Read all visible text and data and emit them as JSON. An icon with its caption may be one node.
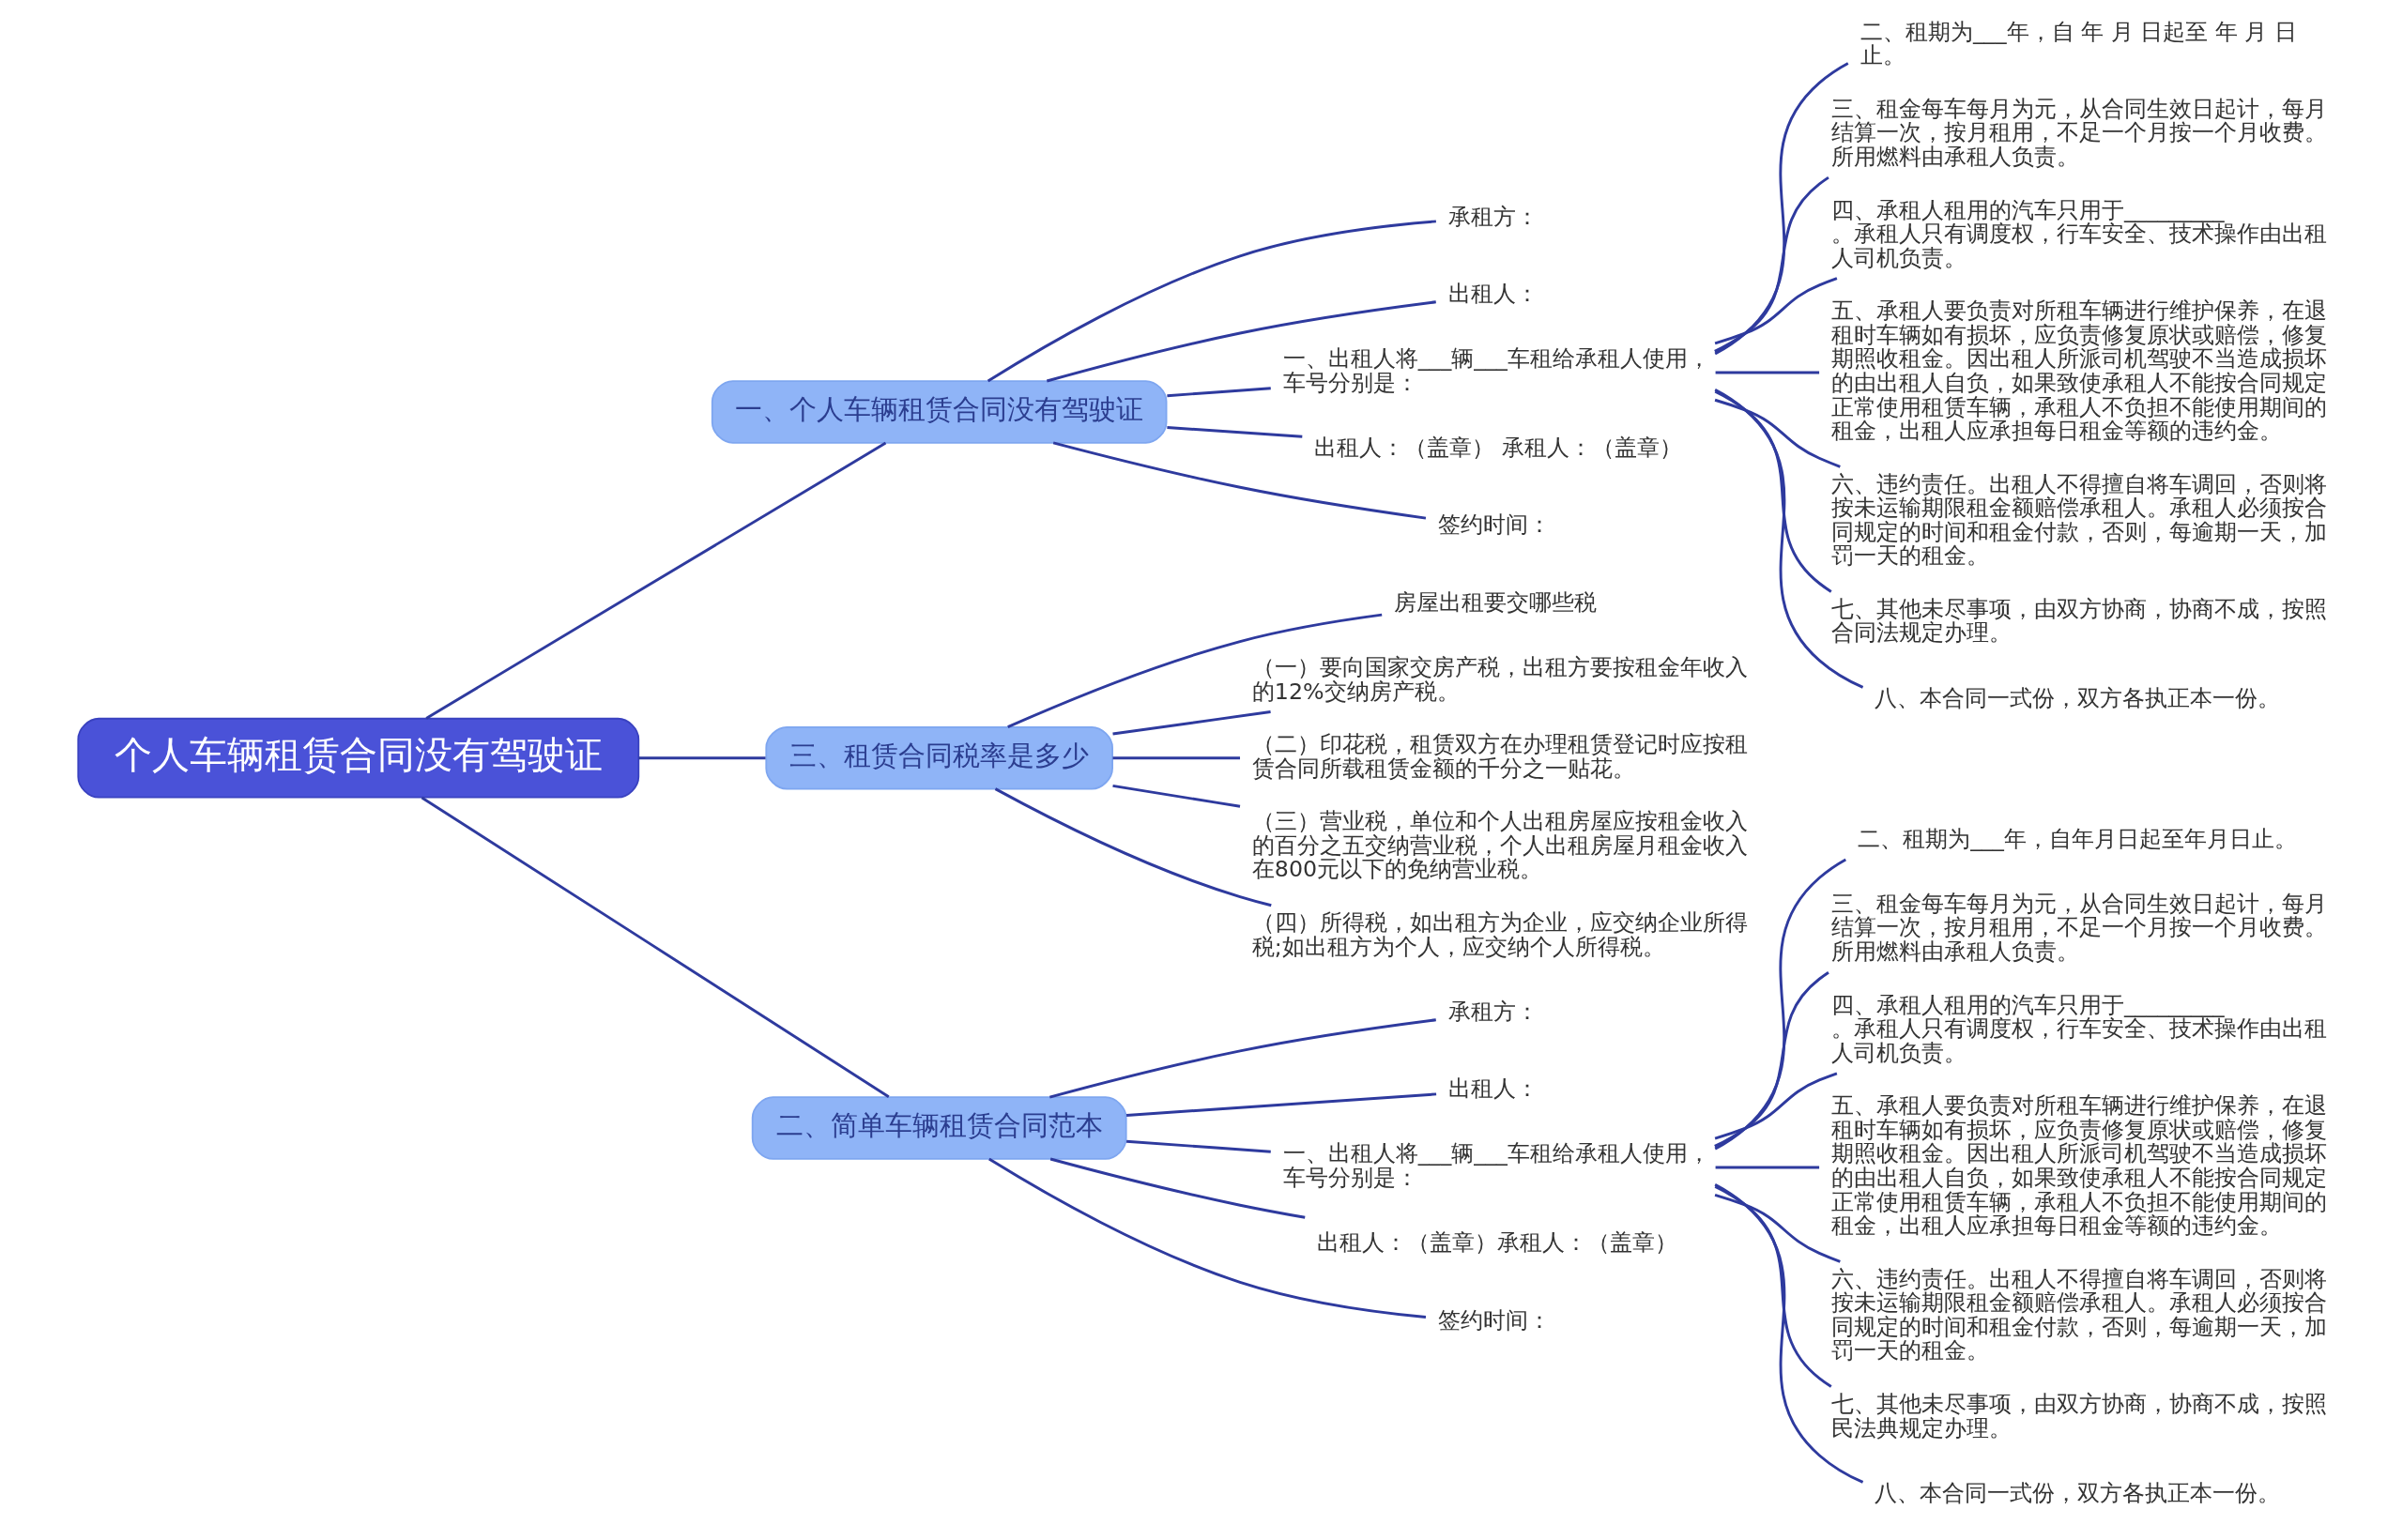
{
  "diagram": {
    "nodes": [
      {
        "text": [
          "个人车辆租赁合同没有驾驶证"
        ]
      },
      {
        "text": [
          "一、个人车辆租赁合同没有驾驶证"
        ]
      },
      {
        "text": [
          "承租方："
        ]
      },
      {
        "text": [
          "出租人："
        ]
      },
      {
        "text": [
          "一、出租人将___辆___车租给承租人使用，车号分别是："
        ]
      },
      {
        "text": [
          "二、租期为___年，自 年 月 日起至 年 月 日止。"
        ]
      },
      {
        "text": [
          "三、租金每车每月为元，从合同生效日起计，每月结算一次，按月租用，不足一个月按一个月收费。所用燃料由承租人负责。"
        ]
      },
      {
        "text": [
          "四、承租人租用的汽车只用于_________。承租人只有调度权，行车安全、技术操作由出租人司机负责。"
        ]
      },
      {
        "text": [
          "五、承租人要负责对所租车辆进行维护保养，在退租时车辆如有损坏，应负责修复原状或赔偿，修复期照收租金。因出租人所派司机驾驶不当造成损坏的由出租人自负，如果致使承租人不能按合同规定正常使用租赁车辆，承租人不负担不能使用期间的租金，出租人应承担每日租金等额的违约金。"
        ]
      },
      {
        "text": [
          "六、违约责任。出租人不得擅自将车调回，否则将按未运输期限租金额赔偿承租人。承租人必须按合同规定的时间和租金付款，否则，每逾期一天，加罚一天的租金。"
        ]
      },
      {
        "text": [
          "七、其他未尽事项，由双方协商，协商不成，按照合同法规定办理。"
        ]
      },
      {
        "text": [
          "八、本合同一式份，双方各执正本一份。"
        ]
      },
      {
        "text": [
          "出租人：（盖章） 承租人：（盖章）"
        ]
      },
      {
        "text": [
          "签约时间："
        ]
      },
      {
        "text": [
          "三、租赁合同税率是多少"
        ]
      },
      {
        "text": [
          "房屋出租要交哪些税"
        ]
      },
      {
        "text": [
          "（一）要向国家交房产税，出租方要按租金年收入的12%交纳房产税。"
        ]
      },
      {
        "text": [
          "（二）印花税，租赁双方在办理租赁登记时应按租赁合同所载租赁金额的千分之一贴花。"
        ]
      },
      {
        "text": [
          "（三）营业税，单位和个人出租房屋应按租金收入的百分之五交纳营业税，个人出租房屋月租金收入在800元以下的免纳营业税。"
        ]
      },
      {
        "text": [
          "（四）所得税，如出租方为企业，应交纳企业所得税;如出租方为个人，应交纳个人所得税。"
        ]
      },
      {
        "text": [
          "二、简单车辆租赁合同范本"
        ]
      },
      {
        "text": [
          "承租方："
        ]
      },
      {
        "text": [
          "出租人："
        ]
      },
      {
        "text": [
          "一、出租人将___辆___车租给承租人使用，车号分别是："
        ]
      },
      {
        "text": [
          "二、租期为___年，自年月日起至年月日止。"
        ]
      },
      {
        "text": [
          "三、租金每车每月为元，从合同生效日起计，每月结算一次，按月租用，不足一个月按一个月收费。所用燃料由承租人负责。"
        ]
      },
      {
        "text": [
          "四、承租人租用的汽车只用于_________。承租人只有调度权，行车安全、技术操作由出租人司机负责。"
        ]
      },
      {
        "text": [
          "五、承租人要负责对所租车辆进行维护保养，在退租时车辆如有损坏，应负责修复原状或赔偿，修复期照收租金。因出租人所派司机驾驶不当造成损坏的由出租人自负，如果致使承租人不能按合同规定正常使用租赁车辆，承租人不负担不能使用期间的租金，出租人应承担每日租金等额的违约金。"
        ]
      },
      {
        "text": [
          "六、违约责任。出租人不得擅自将车调回，否则将按未运输期限租金额赔偿承租人。承租人必须按合同规定的时间和租金付款，否则，每逾期一天，加罚一天的租金。"
        ]
      },
      {
        "text": [
          "七、其他未尽事项，由双方协商，协商不成，按照民法典规定办理。"
        ]
      },
      {
        "text": [
          "八、本合同一式份，双方各执正本一份。"
        ]
      },
      {
        "text": [
          "出租人：（盖章）承租人：（盖章）"
        ]
      },
      {
        "text": [
          "签约时间："
        ]
      }
    ],
    "edges": [
      {
        "from": 0,
        "to": 1,
        "arrow": "none"
      },
      {
        "from": 1,
        "to": 2,
        "arrow": "none"
      },
      {
        "from": 1,
        "to": 3,
        "arrow": "none"
      },
      {
        "from": 1,
        "to": 4,
        "arrow": "none"
      },
      {
        "from": 4,
        "to": 5,
        "arrow": "none"
      },
      {
        "from": 4,
        "to": 6,
        "arrow": "none"
      },
      {
        "from": 4,
        "to": 7,
        "arrow": "none"
      },
      {
        "from": 4,
        "to": 8,
        "arrow": "none"
      },
      {
        "from": 4,
        "to": 9,
        "arrow": "none"
      },
      {
        "from": 4,
        "to": 10,
        "arrow": "none"
      },
      {
        "from": 4,
        "to": 11,
        "arrow": "none"
      },
      {
        "from": 1,
        "to": 12,
        "arrow": "none"
      },
      {
        "from": 1,
        "to": 13,
        "arrow": "none"
      },
      {
        "from": 0,
        "to": 14,
        "arrow": "none"
      },
      {
        "from": 14,
        "to": 15,
        "arrow": "none"
      },
      {
        "from": 14,
        "to": 16,
        "arrow": "none"
      },
      {
        "from": 14,
        "to": 17,
        "arrow": "none"
      },
      {
        "from": 14,
        "to": 18,
        "arrow": "none"
      },
      {
        "from": 14,
        "to": 19,
        "arrow": "none"
      },
      {
        "from": 0,
        "to": 20,
        "arrow": "none"
      },
      {
        "from": 20,
        "to": 21,
        "arrow": "none"
      },
      {
        "from": 20,
        "to": 22,
        "arrow": "none"
      },
      {
        "from": 20,
        "to": 23,
        "arrow": "none"
      },
      {
        "from": 23,
        "to": 24,
        "arrow": "none"
      },
      {
        "from": 23,
        "to": 25,
        "arrow": "none"
      },
      {
        "from": 23,
        "to": 26,
        "arrow": "none"
      },
      {
        "from": 23,
        "to": 27,
        "arrow": "none"
      },
      {
        "from": 23,
        "to": 28,
        "arrow": "none"
      },
      {
        "from": 23,
        "to": 29,
        "arrow": "none"
      },
      {
        "from": 23,
        "to": 30,
        "arrow": "none"
      },
      {
        "from": 20,
        "to": 31,
        "arrow": "none"
      },
      {
        "from": 20,
        "to": 32,
        "arrow": "none"
      }
    ]
  }
}
